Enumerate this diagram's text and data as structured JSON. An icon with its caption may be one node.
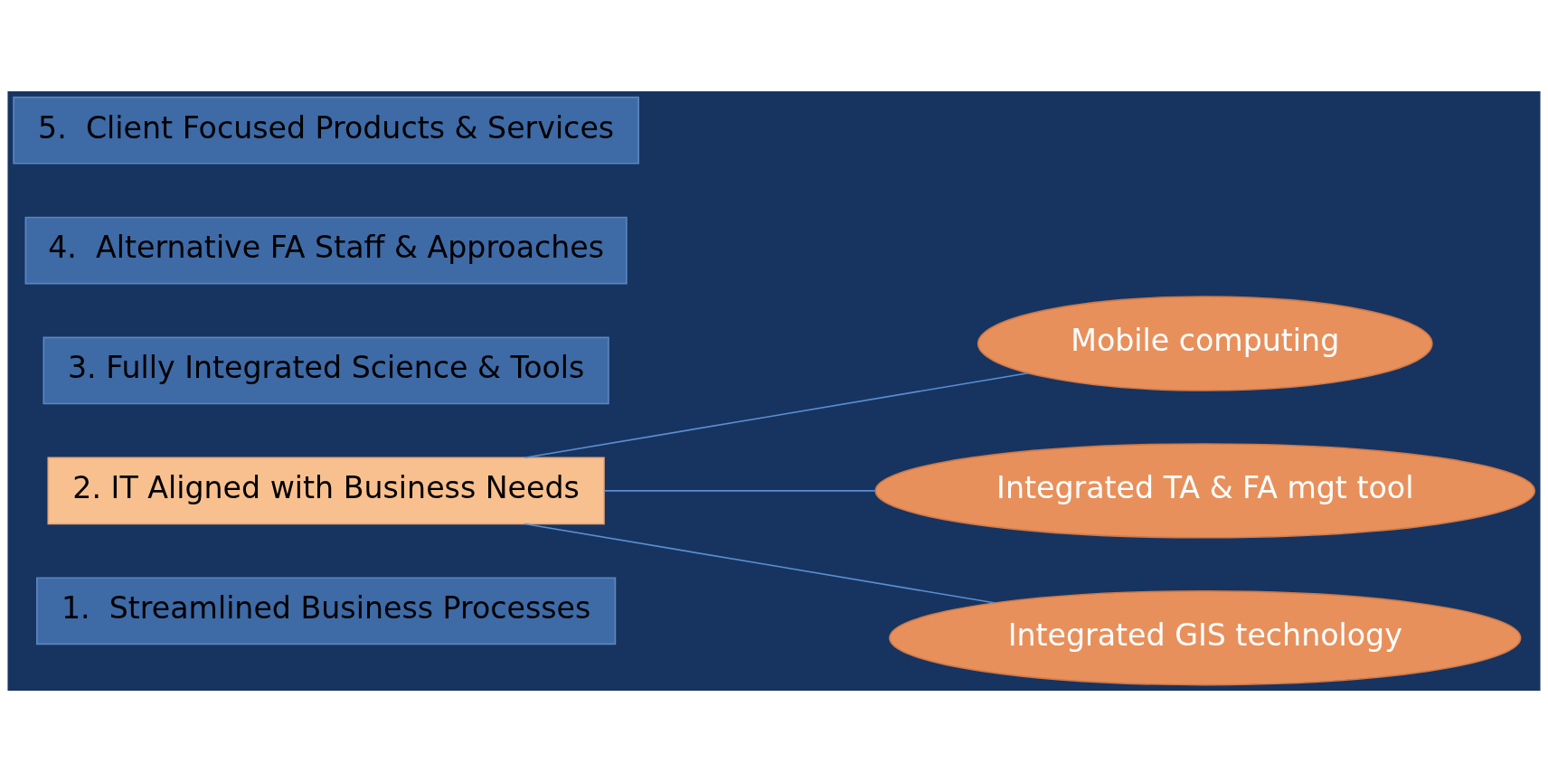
{
  "diagram": {
    "nodes": [
      {
        "text": [
          "1.  Streamlined Business Processes"
        ]
      },
      {
        "text": [
          "2. IT Aligned with Business Needs"
        ]
      },
      {
        "text": [
          "3. Fully Integrated Science & Tools"
        ]
      },
      {
        "text": [
          "4.  Alternative FA Staff & Approaches"
        ]
      },
      {
        "text": [
          "5.  Client Focused Products & Services"
        ]
      },
      {
        "text": [
          "Mobile computing"
        ]
      },
      {
        "text": [
          "Integrated TA & FA mgt tool"
        ]
      },
      {
        "text": [
          "Integrated GIS technology"
        ]
      }
    ],
    "edges": [
      {
        "from": 1,
        "to": 5,
        "arrow": "none"
      },
      {
        "from": 1,
        "to": 6,
        "arrow": "none"
      },
      {
        "from": 1,
        "to": 7,
        "arrow": "none"
      }
    ]
  }
}
